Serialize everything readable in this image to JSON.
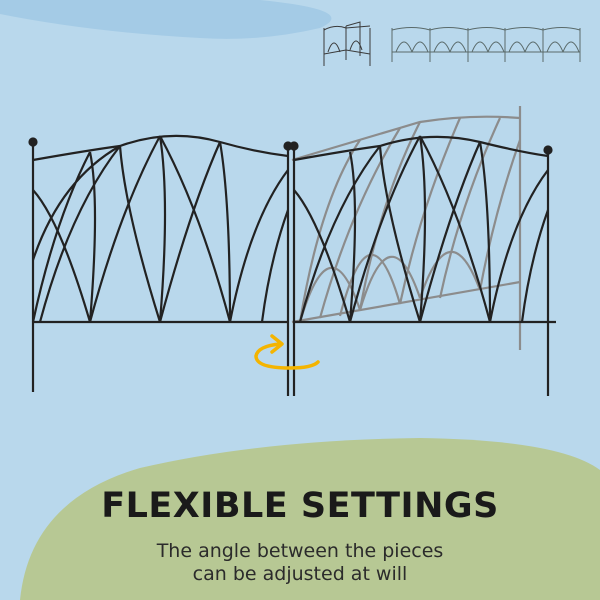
{
  "headline": "FLEXIBLE SETTINGS",
  "caption": {
    "line1": "The angle between the pieces",
    "line2": "can be adjusted at will"
  },
  "colors": {
    "background": "#b9d8ec",
    "top_blob": "#a4cbe6",
    "bottom_blob": "#b7c894",
    "fence": "#222222",
    "fence_ghost": "#8c8c8c",
    "rotate_arrow": "#f4b400"
  },
  "icons": {
    "rotate": "rotate-arrow-icon"
  }
}
